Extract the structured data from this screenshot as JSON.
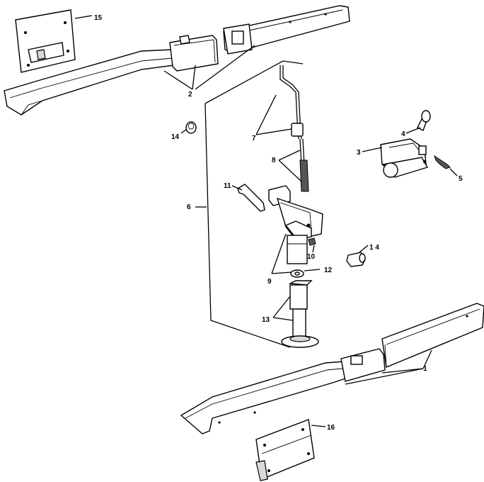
{
  "callouts": {
    "c1": "1",
    "c2": "2",
    "c3": "3",
    "c4": "4",
    "c5": "5",
    "c6": "6",
    "c7": "7",
    "c8": "8",
    "c9": "9",
    "c10": "10",
    "c11": "11",
    "c12": "12",
    "c13": "13",
    "c14_left": "14",
    "c14_right": "1 4",
    "c15": "15",
    "c16": "16"
  }
}
